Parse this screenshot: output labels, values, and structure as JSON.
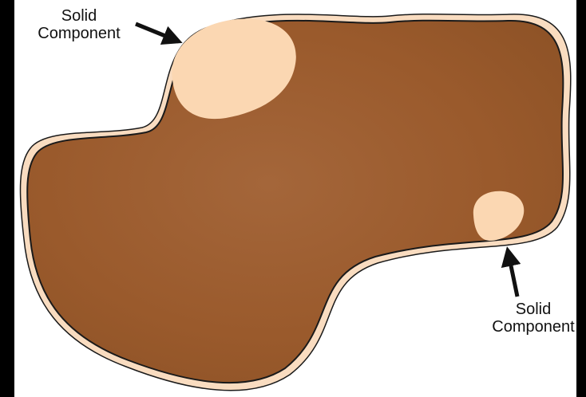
{
  "diagram": {
    "labels": [
      {
        "line1": "Solid",
        "line2": "Component"
      },
      {
        "line1": "Solid",
        "line2": "Component"
      }
    ]
  },
  "colors": {
    "background": "#000000",
    "canvas": "#ffffff",
    "membrane": "#f9dcc0",
    "body": "#9a5a2c",
    "solid_component": "#fbd7b2",
    "outline": "#1a1a1a",
    "arrow": "#111111"
  }
}
